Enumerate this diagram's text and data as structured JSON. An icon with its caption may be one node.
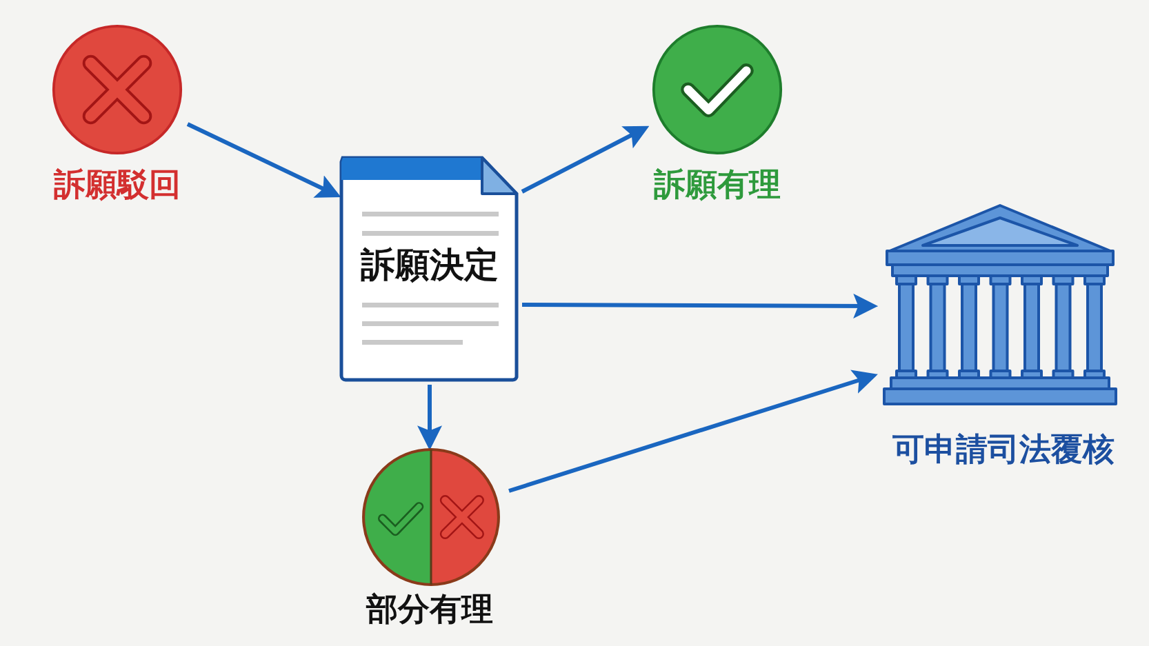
{
  "diagram": {
    "nodes": [
      {
        "text": [
          "訴願駁回"
        ]
      },
      {
        "text": [
          "訴願決定"
        ]
      },
      {
        "text": [
          "訴願有理"
        ]
      },
      {
        "text": [
          "可申請司法覆核"
        ]
      },
      {
        "text": [
          "部分有理"
        ]
      }
    ],
    "edges": [
      {
        "from": 0,
        "to": 1,
        "arrow": "to"
      },
      {
        "from": 1,
        "to": 2,
        "arrow": "to"
      },
      {
        "from": 1,
        "to": 3,
        "arrow": "to"
      },
      {
        "from": 1,
        "to": 4,
        "arrow": "to"
      },
      {
        "from": 4,
        "to": 3,
        "arrow": "to"
      }
    ]
  }
}
